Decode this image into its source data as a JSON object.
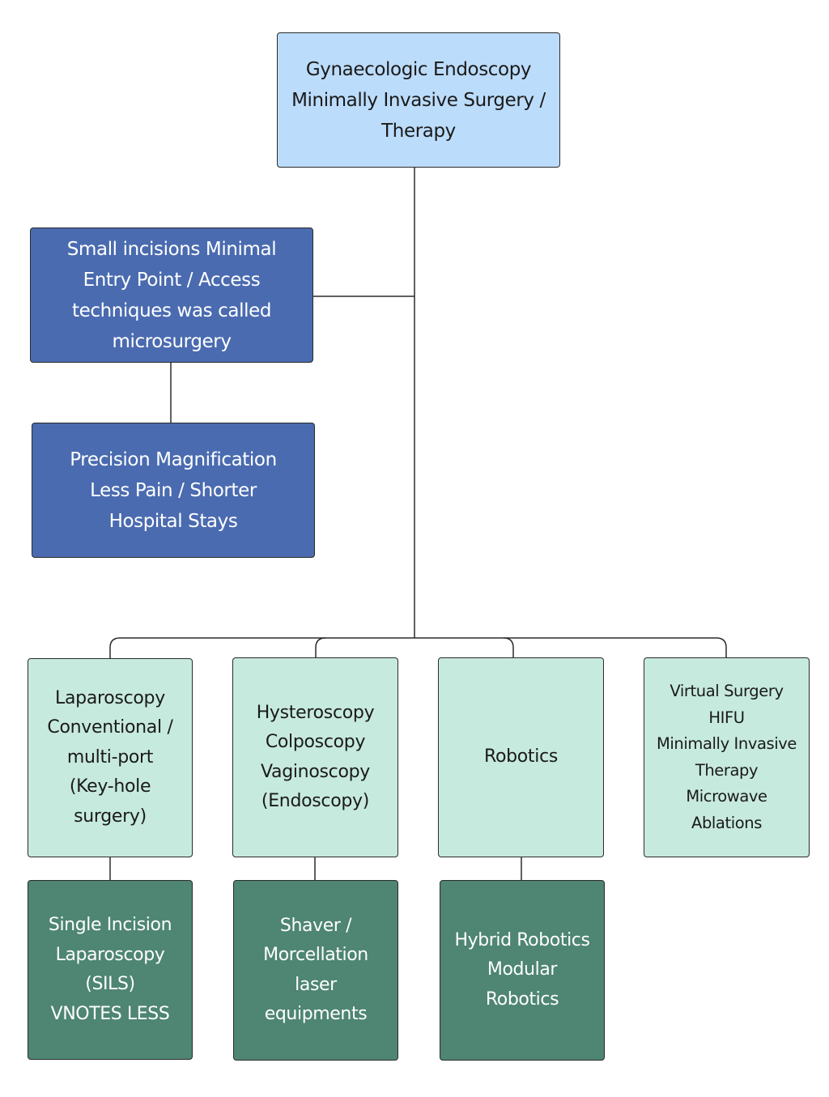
{
  "root": {
    "lines": [
      "Gynaecologic Endoscopy",
      "Minimally Invasive Surgery /",
      "Therapy"
    ]
  },
  "small_incisions": {
    "lines": [
      "Small incisions Minimal",
      "Entry Point / Access",
      "techniques was called",
      "microsurgery"
    ]
  },
  "precision": {
    "lines": [
      "Precision Magnification",
      "Less Pain / Shorter",
      "Hospital Stays"
    ]
  },
  "categories": [
    {
      "id": "laparoscopy",
      "lines": [
        "Laparoscopy",
        "Conventional /",
        "multi-port",
        "(Key-hole",
        "surgery)"
      ]
    },
    {
      "id": "hysteroscopy",
      "lines": [
        "Hysteroscopy",
        "Colposcopy",
        "Vaginoscopy",
        "(Endoscopy)"
      ]
    },
    {
      "id": "robotics",
      "lines": [
        "Robotics"
      ]
    },
    {
      "id": "virtual",
      "lines": [
        "Virtual Surgery",
        "HIFU",
        "Minimally Invasive",
        "Therapy",
        "Microwave",
        "Ablations"
      ]
    }
  ],
  "sub_categories": [
    {
      "id": "sils",
      "lines": [
        "Single Incision",
        "Laparoscopy",
        "(SILS)",
        "VNOTES LESS"
      ]
    },
    {
      "id": "shaver",
      "lines": [
        "Shaver /",
        "Morcellation",
        "laser",
        "equipments"
      ]
    },
    {
      "id": "hybrid",
      "lines": [
        "Hybrid Robotics",
        "Modular",
        "Robotics"
      ]
    }
  ],
  "colors": {
    "root_fill": "#bcdcfb",
    "blue_fill": "#4a6bb0",
    "mint_fill": "#c7eade",
    "green_fill": "#4e8573",
    "connector": "#2b2b2b"
  }
}
